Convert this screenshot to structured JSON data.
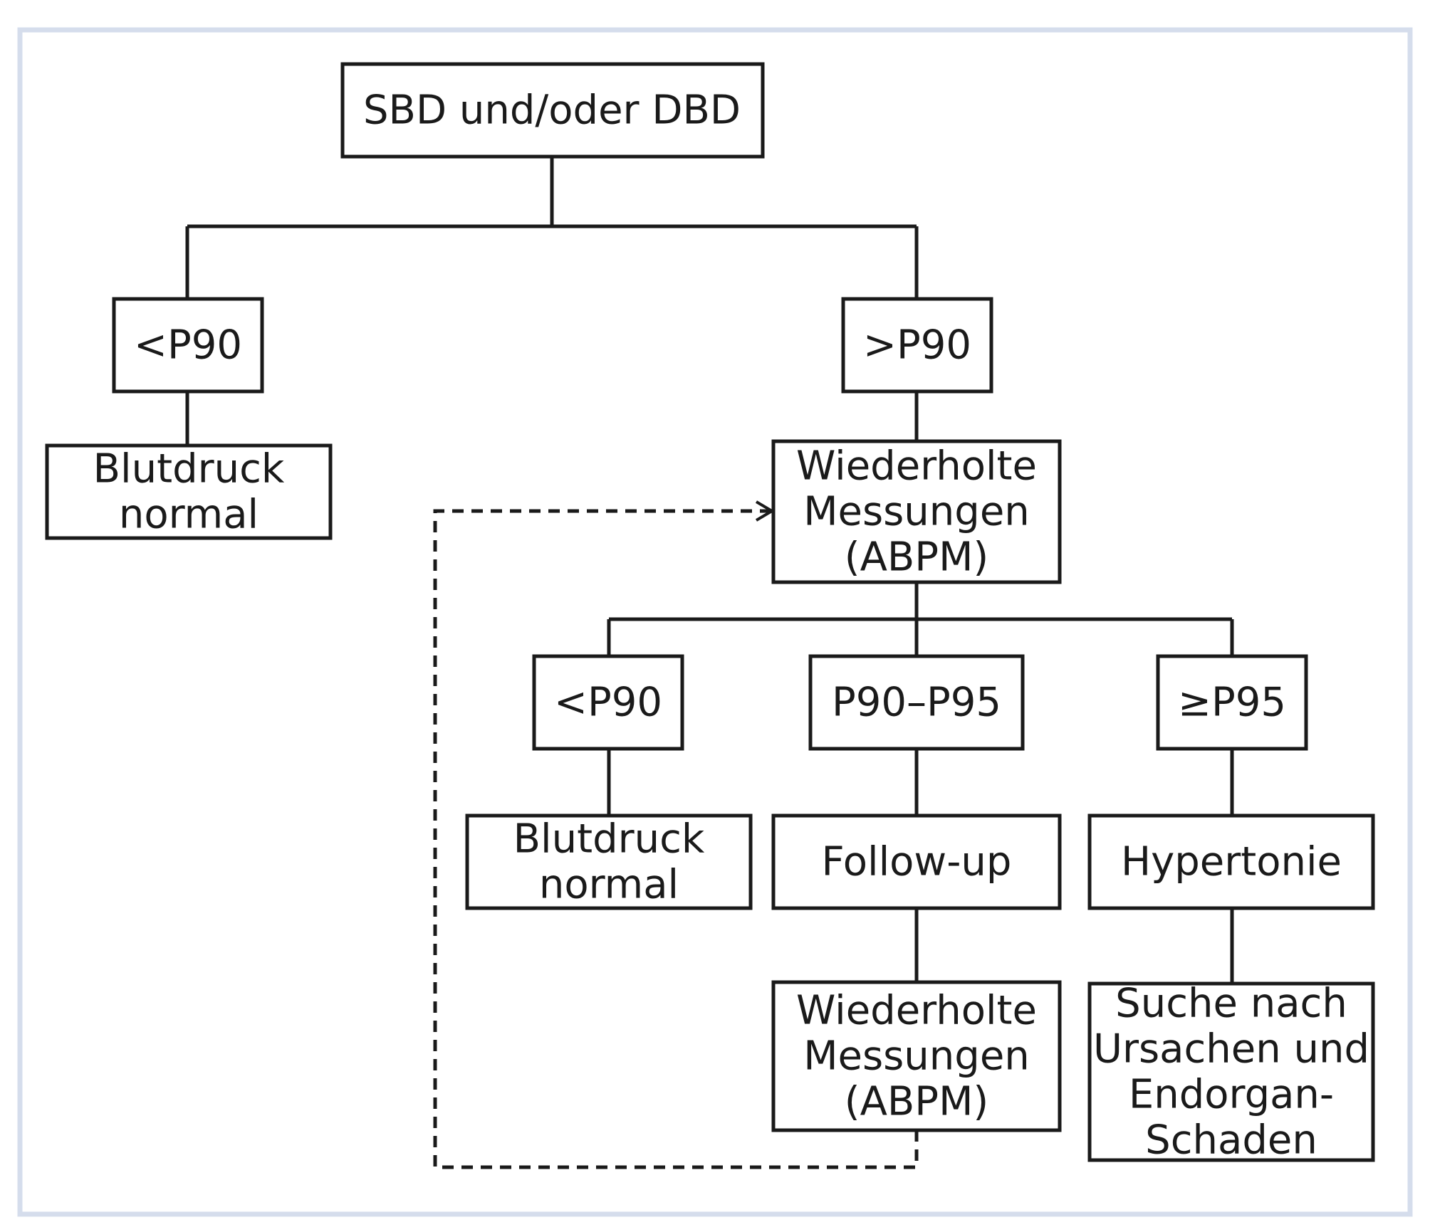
{
  "diagram": {
    "colors": {
      "frame": "#d5ddec",
      "stroke": "#1a1a1a",
      "background": "#ffffff"
    },
    "nodes": {
      "root": {
        "lines": [
          "SBD und/oder DBD"
        ]
      },
      "left_lt_p90": {
        "lines": [
          "<P90"
        ]
      },
      "left_normal": {
        "lines": [
          "Blutdruck",
          "normal"
        ]
      },
      "right_gt_p90": {
        "lines": [
          ">P90"
        ]
      },
      "repeat_1": {
        "lines": [
          "Wiederholte",
          "Messungen",
          "(ABPM)"
        ]
      },
      "sub_lt_p90": {
        "lines": [
          "<P90"
        ]
      },
      "sub_p90_p95": {
        "lines": [
          "P90–P95"
        ]
      },
      "sub_ge_p95": {
        "lines": [
          "≥P95"
        ]
      },
      "sub_normal": {
        "lines": [
          "Blutdruck",
          "normal"
        ]
      },
      "followup": {
        "lines": [
          "Follow-up"
        ]
      },
      "hypertonie": {
        "lines": [
          "Hypertonie"
        ]
      },
      "repeat_2": {
        "lines": [
          "Wiederholte",
          "Messungen",
          "(ABPM)"
        ]
      },
      "search_causes": {
        "lines": [
          "Suche nach",
          "Ursachen und",
          "Endorgan-",
          "Schaden"
        ]
      }
    }
  }
}
